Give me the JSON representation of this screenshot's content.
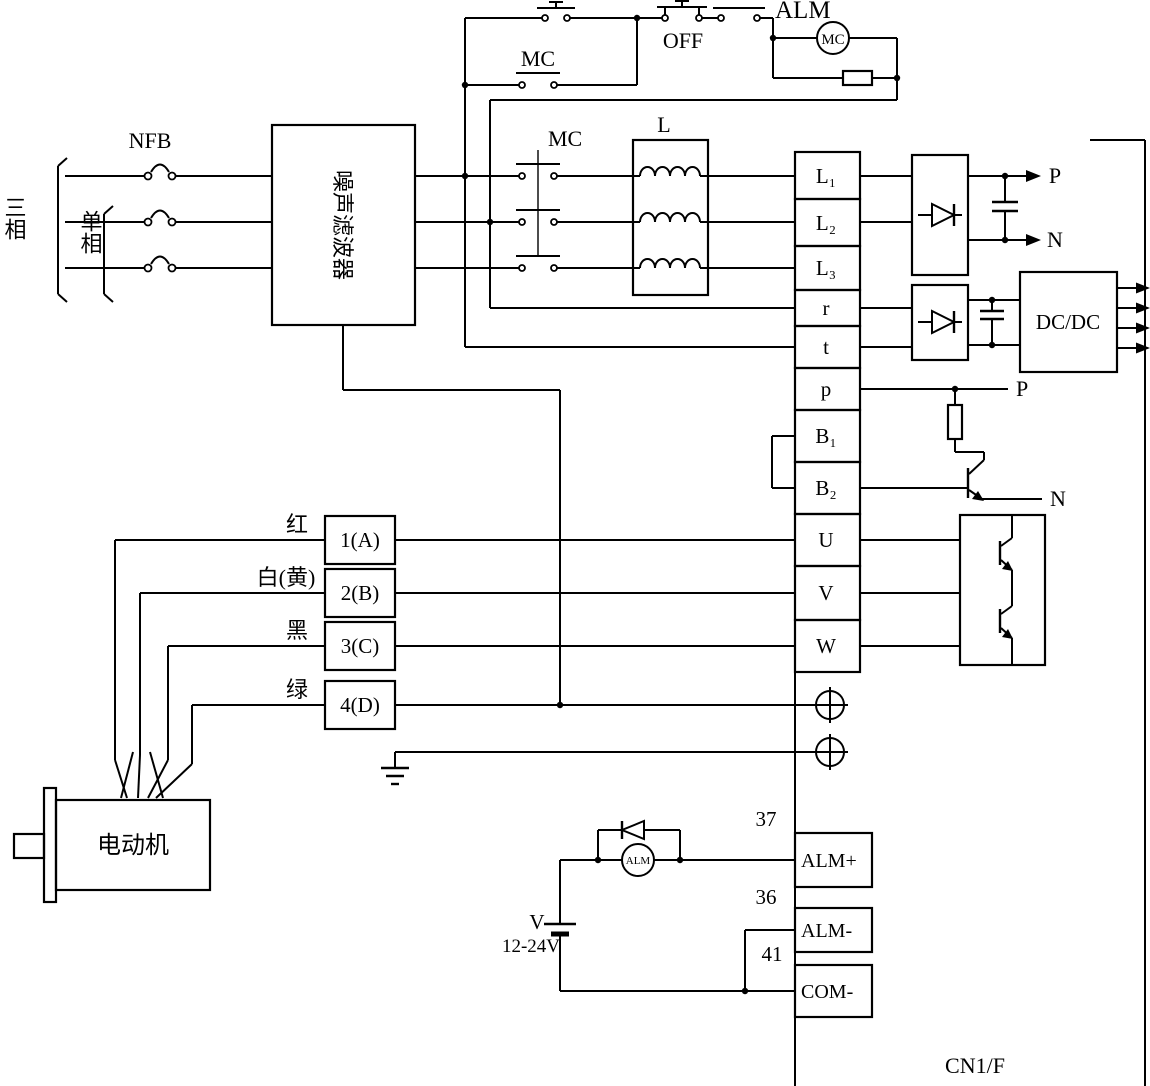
{
  "colors": {
    "ink": "#000000",
    "paper": "#ffffff"
  },
  "power": {
    "nfb": "NFB",
    "three_phase": "三相",
    "single_phase": "单相",
    "noise_filter": "噪声滤波器"
  },
  "control": {
    "mc_selfhold": "MC",
    "off": "OFF",
    "alm": "ALM",
    "mc_coil": "MC"
  },
  "main": {
    "mc": "MC",
    "inductor": "L",
    "terminals": [
      "L₁",
      "L₂",
      "L₃",
      "r",
      "t",
      "p",
      "B₁",
      "B₂",
      "U",
      "V",
      "W"
    ],
    "bus_p": "P",
    "bus_n": "N",
    "dcdc": "DC/DC",
    "p": "P",
    "n": "N"
  },
  "motor": {
    "name": "电动机",
    "terminals": [
      "1(A)",
      "2(B)",
      "3(C)",
      "4(D)"
    ],
    "wire_colors": [
      "红",
      "白(黄)",
      "黑",
      "绿"
    ]
  },
  "alarm": {
    "coil": "ALM",
    "voltage": "V",
    "voltage_range": "12-24V",
    "pins": [
      "37",
      "36",
      "41"
    ],
    "pin_labels": [
      "ALM+",
      "ALM-",
      "COM-"
    ]
  },
  "connector": "CN1/F"
}
